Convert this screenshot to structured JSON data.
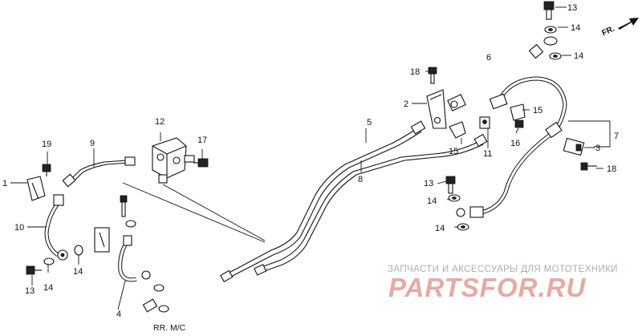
{
  "front_indicator": {
    "label": "FR."
  },
  "caption": "RR. M/C",
  "watermark": {
    "top_line": "ЗАПЧАСТИ И АКСЕССУАРЫ ДЛЯ МОТОТЕХНИКИ",
    "brand": "PARTSFOR.RU"
  },
  "callouts": {
    "c1": "1",
    "c2": "2",
    "c3": "3",
    "c4": "4",
    "c5": "5",
    "c6": "6",
    "c7": "7",
    "c8": "8",
    "c9": "9",
    "c10": "10",
    "c11": "11",
    "c12": "12",
    "c13a": "13",
    "c13b": "13",
    "c13c": "13",
    "c14a": "14",
    "c14b": "14",
    "c14c": "14",
    "c14d": "14",
    "c14e": "14",
    "c14f": "14",
    "c15a": "15",
    "c15b": "15",
    "c16": "16",
    "c17": "17",
    "c18a": "18",
    "c18b": "18",
    "c19": "19"
  }
}
